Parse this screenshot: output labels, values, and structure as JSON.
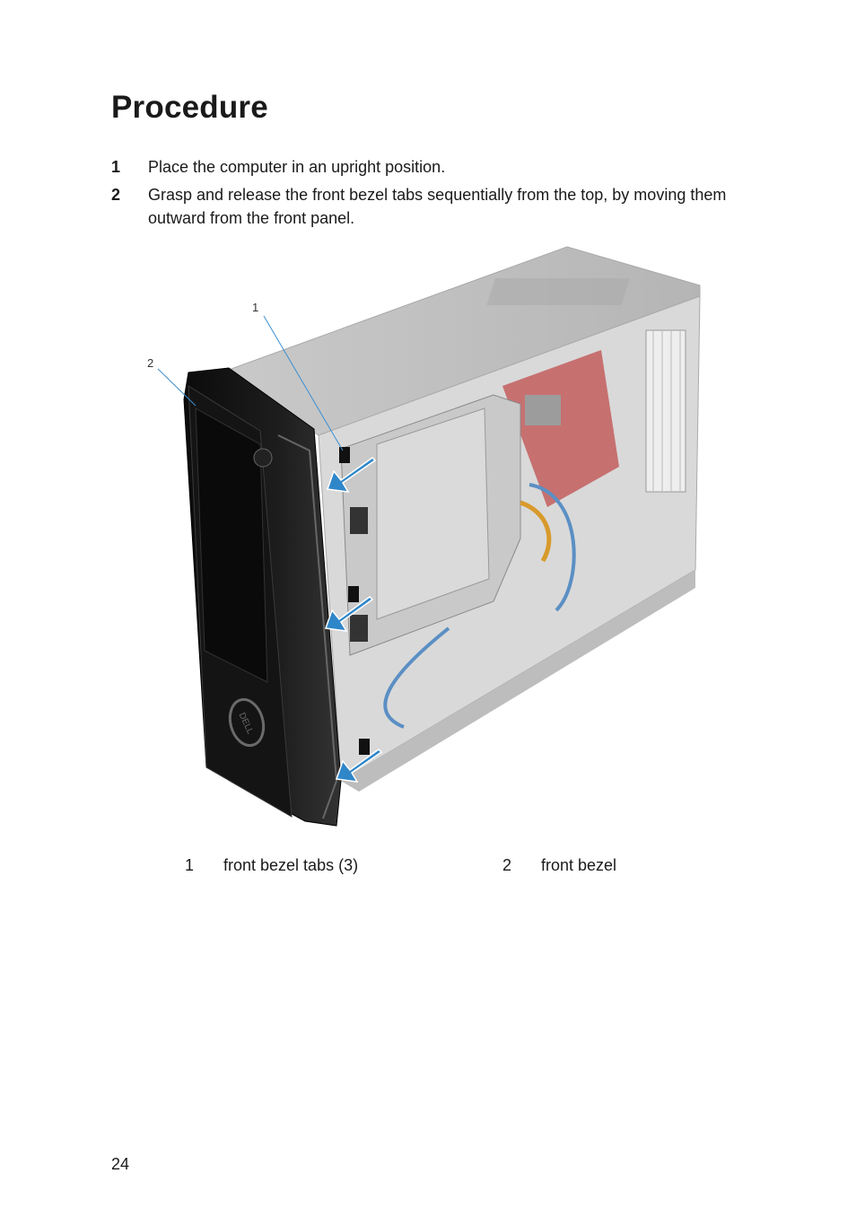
{
  "page": {
    "title": "Procedure",
    "number": "24"
  },
  "steps": [
    {
      "num": "1",
      "text": "Place the computer in an upright position."
    },
    {
      "num": "2",
      "text": "Grasp and release the front bezel tabs sequentially from the top, by moving them outward from the front panel."
    }
  ],
  "figure": {
    "callouts": [
      "1",
      "2"
    ],
    "logo_text": "DELL",
    "arrow_color": "#2f86c8",
    "callout_line_color": "#3d8fd1"
  },
  "legend": [
    {
      "num": "1",
      "label": "front bezel tabs (3)"
    },
    {
      "num": "2",
      "label": "front bezel"
    }
  ]
}
